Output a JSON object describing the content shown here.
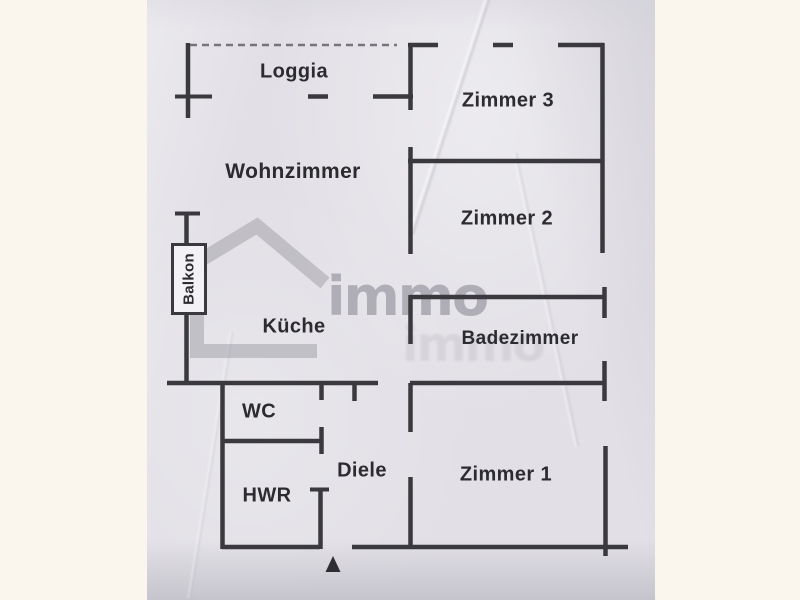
{
  "floorplan": {
    "title": "apartment-floor-plan",
    "rooms": {
      "loggia": {
        "label": "Loggia"
      },
      "zimmer3": {
        "label": "Zimmer 3"
      },
      "wohnzimmer": {
        "label": "Wohnzimmer"
      },
      "zimmer2": {
        "label": "Zimmer 2"
      },
      "balkon": {
        "label": "Balkon"
      },
      "kueche": {
        "label": "Küche"
      },
      "badezimmer": {
        "label": "Badezimmer"
      },
      "wc": {
        "label": "WC"
      },
      "diele": {
        "label": "Diele"
      },
      "hwr": {
        "label": "HWR"
      },
      "zimmer1": {
        "label": "Zimmer 1"
      }
    },
    "watermark": {
      "text": "immo",
      "icon": "house-outline"
    },
    "markers": {
      "entrance_arrow": "▲"
    },
    "colors": {
      "page_background": "#faf6ee",
      "paper": "#e2e0e6",
      "wall": "#3a393d",
      "watermark_gray": "#9b99a2",
      "label_text": "#2c2b2f"
    }
  }
}
